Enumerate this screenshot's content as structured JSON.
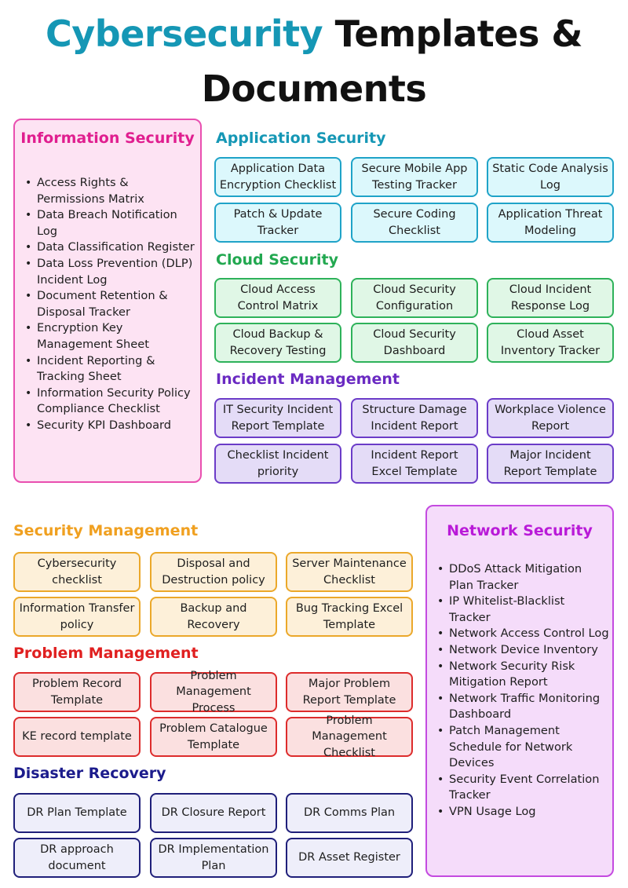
{
  "title": {
    "accent": "Cybersecurity",
    "rest": "Templates & Documents"
  },
  "information_security": {
    "heading": "Information Security",
    "items": [
      "Access Rights & Permissions Matrix",
      "Data Breach Notification Log",
      "Data Classification Register",
      "Data Loss Prevention (DLP) Incident Log",
      "Document Retention & Disposal Tracker",
      "Encryption Key Management Sheet",
      "Incident Reporting & Tracking Sheet",
      "Information Security Policy Compliance Checklist",
      "Security KPI Dashboard"
    ]
  },
  "application_security": {
    "heading": "Application Security",
    "cards": [
      "Application Data Encryption Checklist",
      "Secure Mobile App Testing Tracker",
      "Static Code Analysis Log",
      "Patch & Update Tracker",
      "Secure Coding Checklist",
      "Application Threat Modeling"
    ]
  },
  "cloud_security": {
    "heading": "Cloud Security",
    "cards": [
      "Cloud Access Control Matrix",
      "Cloud Security Configuration",
      "Cloud Incident Response Log",
      "Cloud Backup & Recovery Testing",
      "Cloud Security Dashboard",
      "Cloud Asset Inventory Tracker"
    ]
  },
  "incident_management": {
    "heading": "Incident Management",
    "cards": [
      "IT Security Incident Report Template",
      "Structure Damage Incident Report",
      "Workplace Violence Report",
      "Checklist Incident priority",
      "Incident Report Excel Template",
      "Major Incident Report Template"
    ]
  },
  "security_management": {
    "heading": "Security Management",
    "cards": [
      "Cybersecurity checklist",
      "Disposal and Destruction policy",
      "Server Maintenance Checklist",
      "Information Transfer policy",
      "Backup and Recovery",
      "Bug Tracking Excel Template"
    ]
  },
  "problem_management": {
    "heading": "Problem Management",
    "cards": [
      "Problem Record Template",
      "Problem Management Process",
      "Major Problem Report Template",
      "KE record template",
      "Problem Catalogue Template",
      "Problem Management Checklist"
    ]
  },
  "disaster_recovery": {
    "heading": "Disaster Recovery",
    "cards": [
      "DR Plan Template",
      "DR Closure Report",
      "DR Comms Plan",
      "DR approach document",
      "DR Implementation Plan",
      "DR Asset Register"
    ]
  },
  "network_security": {
    "heading": "Network Security",
    "items": [
      "DDoS Attack Mitigation Plan Tracker",
      "IP Whitelist-Blacklist Tracker",
      "Network Access Control Log",
      "Network Device Inventory",
      "Network Security Risk Mitigation Report",
      "Network Traffic Monitoring Dashboard",
      "Patch Management Schedule for Network Devices",
      "Security Event Correlation Tracker",
      "VPN Usage Log"
    ]
  },
  "colors": {
    "title_accent": "#1597b5",
    "information_security": "#e01e8f",
    "application_security": "#1597b5",
    "cloud_security": "#22a850",
    "incident_management": "#6a2ac2",
    "security_management": "#f0a020",
    "problem_management": "#e02020",
    "disaster_recovery": "#1c1c8c",
    "network_security": "#b91ad8"
  }
}
